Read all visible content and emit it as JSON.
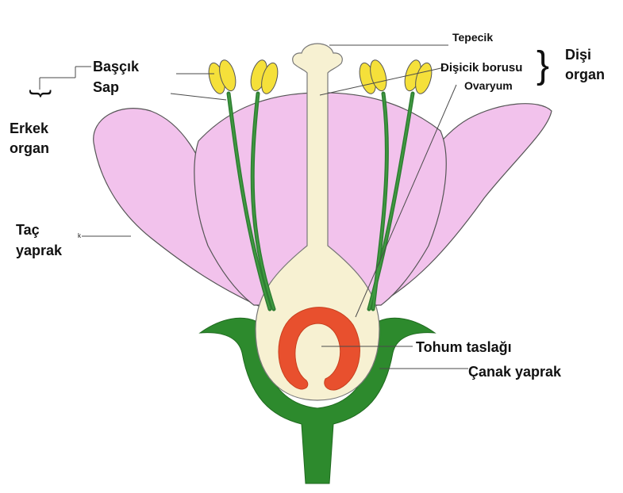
{
  "labels": {
    "tepecik": "Tepecik",
    "disicik_borusu": "Dişicik borusu",
    "ovaryum": "Ovaryum",
    "disi": "Dişi",
    "organ_disi": "organ",
    "bascik": "Başçık",
    "sap": "Sap",
    "erkek": "Erkek",
    "organ_erkek": "organ",
    "tac": "Taç",
    "yaprak": "yaprak",
    "tohum_taslagi": "Tohum taslağı",
    "canak_yaprak": "Çanak yaprak",
    "stray_k": "k"
  },
  "colors": {
    "petal": "#f2c2ec",
    "petal_stroke": "#555555",
    "sepal": "#2d8a2d",
    "pistil": "#f7f1d2",
    "ovule": "#e8502e",
    "anther": "#f5e03a",
    "filament": "#2e7d32"
  }
}
